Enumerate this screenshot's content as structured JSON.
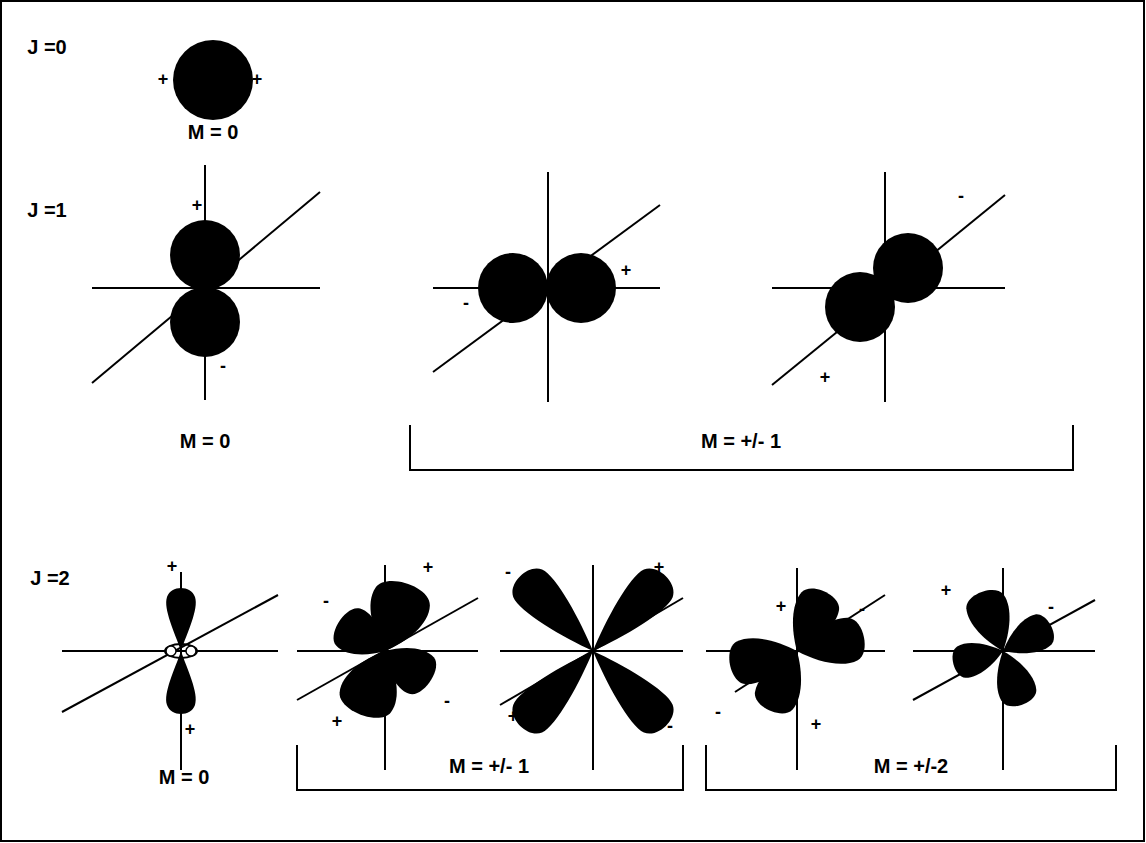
{
  "diagram": {
    "labels": [
      "J =0",
      "+",
      "+",
      "M = 0",
      "J =1",
      "+",
      "-",
      "+",
      "-",
      "+",
      "-",
      "M = 0",
      "M = +/- 1",
      "J =2",
      "+",
      "+",
      "-",
      "+",
      "-",
      "+",
      "+",
      "-",
      "+",
      "-",
      "-",
      "+",
      "+",
      "-",
      "-",
      "+",
      "M = 0",
      "M = +/- 1",
      "M = +/-2"
    ]
  }
}
